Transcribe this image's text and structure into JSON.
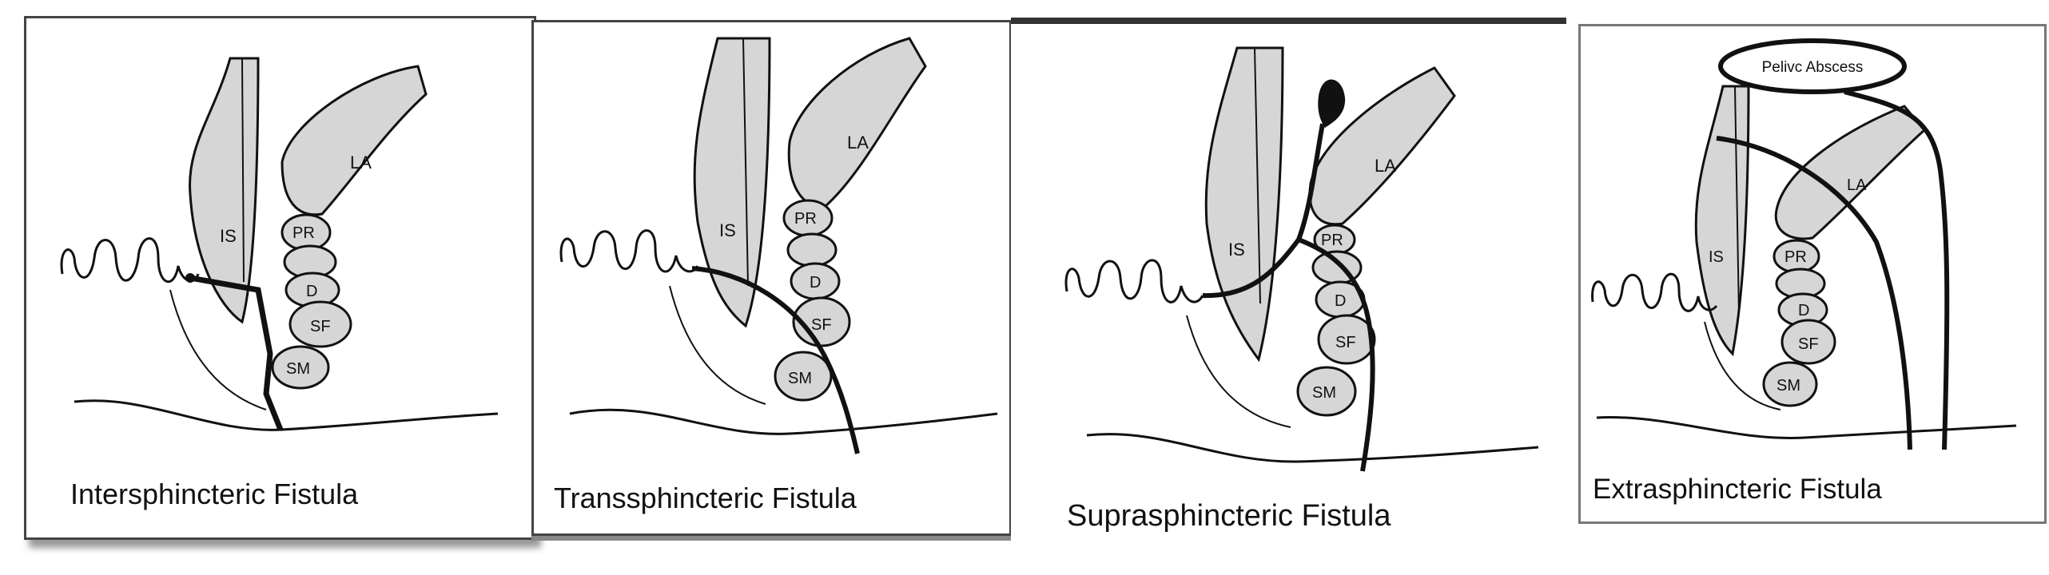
{
  "panels": [
    {
      "caption": "Intersphincteric Fistula",
      "labels": {
        "is": "IS",
        "la": "LA",
        "pr": "PR",
        "d": "D",
        "sf": "SF",
        "sm": "SM"
      }
    },
    {
      "caption": "Transsphincteric Fistula",
      "labels": {
        "is": "IS",
        "la": "LA",
        "pr": "PR",
        "d": "D",
        "sf": "SF",
        "sm": "SM"
      }
    },
    {
      "caption": "Suprasphincteric Fistula",
      "labels": {
        "is": "IS",
        "la": "LA",
        "pr": "PR",
        "d": "D",
        "sf": "SF",
        "sm": "SM"
      }
    },
    {
      "caption": "Extrasphincteric Fistula",
      "abscess_label": "Pelivc Abscess",
      "labels": {
        "is": "IS",
        "la": "LA",
        "pr": "PR",
        "d": "D",
        "sf": "SF",
        "sm": "SM"
      }
    }
  ],
  "colors": {
    "muscle_fill": "#d6d6d6",
    "line": "#111111",
    "frame": "#555555"
  }
}
